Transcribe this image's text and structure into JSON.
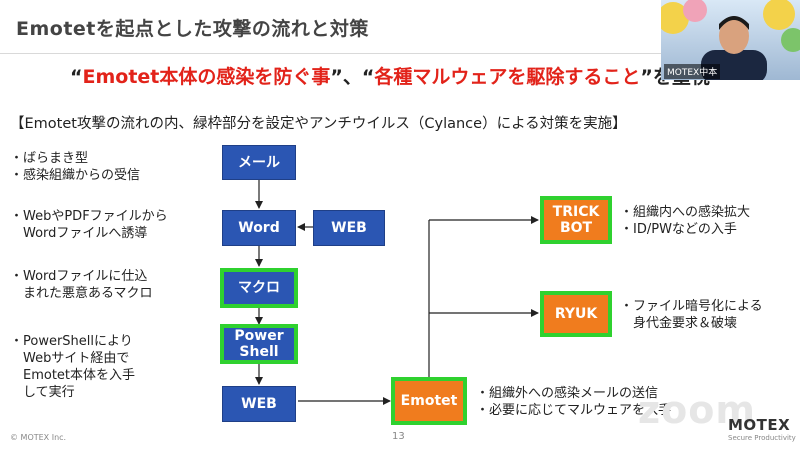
{
  "slide": {
    "title": "Emotetを起点とした攻撃の流れと対策",
    "headline": {
      "open_quote": "“",
      "part1": "Emotet本体の感染を防ぐ事",
      "sep": "”、“",
      "part2": "各種マルウェアを駆除すること",
      "close_quote": "”",
      "tail": "を重視"
    },
    "subtitle": "【Emotet攻撃の流れの内、緑枠部分を設定やアンチウイルス（Cylance）による対策を実施】",
    "left_notes": [
      [
        "・ばらまき型",
        "・感染組織からの受信"
      ],
      [
        "・WebやPDFファイルから",
        "　Wordファイルへ誘導"
      ],
      [
        "・Wordファイルに仕込",
        "　まれた悪意あるマクロ"
      ],
      [
        "・PowerShellにより",
        "　Webサイト経由で",
        "　Emotet本体を入手",
        "　して実行"
      ]
    ],
    "right_notes": {
      "trickbot": [
        "・組織内への感染拡大",
        "・ID/PWなどの入手"
      ],
      "ryuk": [
        "・ファイル暗号化による",
        "　身代金要求＆破壊"
      ],
      "emotet": [
        "・組織外への感染メールの送信",
        "・必要に応じてマルウェアを入手"
      ]
    },
    "flow": {
      "mail": "メール",
      "word": "Word",
      "web_top": "WEB",
      "macro": "マクロ",
      "powershell_line1": "Power",
      "powershell_line2": "Shell",
      "web_bottom": "WEB",
      "emotet": "Emotet",
      "trickbot_line1": "TRICK",
      "trickbot_line2": "BOT",
      "ryuk": "RYUK"
    },
    "footer": {
      "copyright": "© MOTEX Inc.",
      "page": "13",
      "brand": "MOTEX",
      "brand_tagline": "Secure Productivity"
    }
  },
  "overlay": {
    "webcam_name": "MOTEX中本",
    "watermark": "zoom"
  },
  "colors": {
    "accent_red": "#e2231a",
    "box_blue": "#2b56b3",
    "box_orange": "#f07c1e",
    "highlight_green": "#2fd12f"
  }
}
